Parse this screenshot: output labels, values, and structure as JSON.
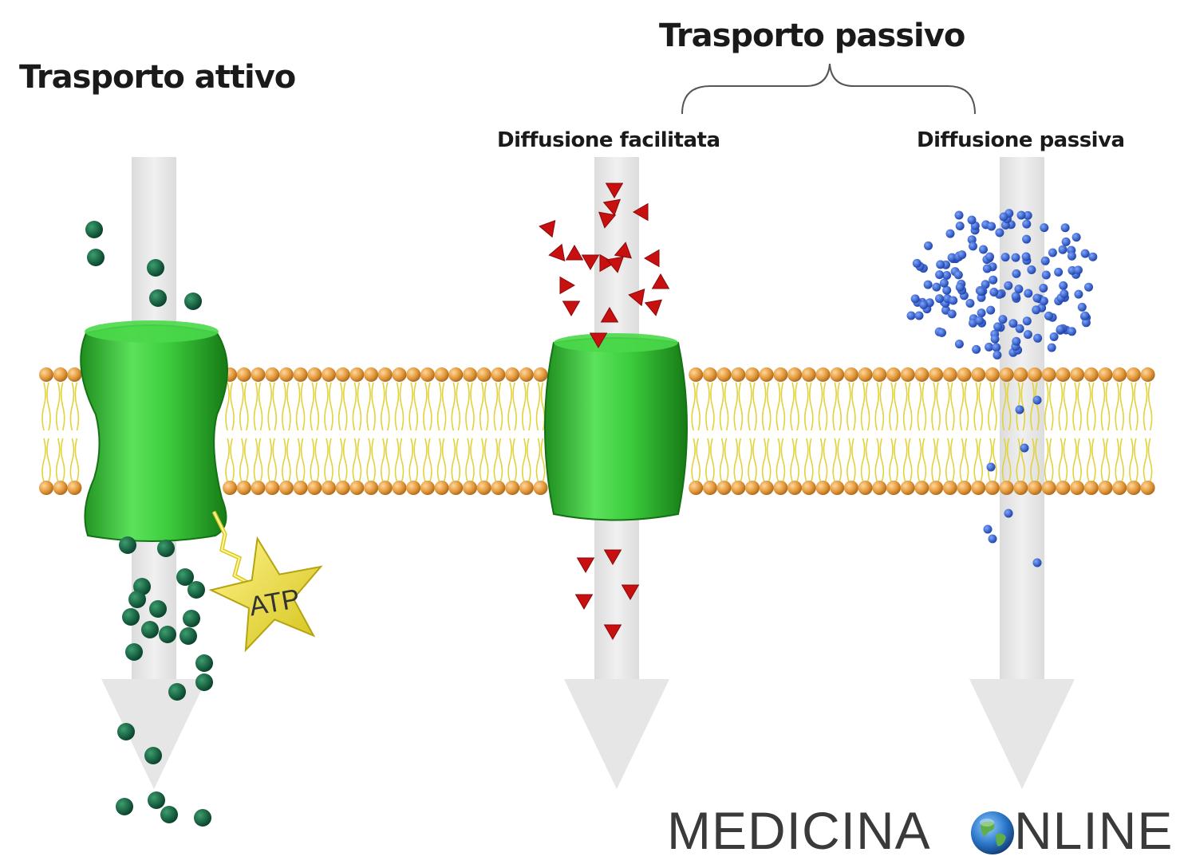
{
  "titles": {
    "active_transport": "Trasporto attivo",
    "passive_transport": "Trasporto passivo"
  },
  "subtitles": {
    "facilitated_diffusion": "Diffusione facilitata",
    "passive_diffusion": "Diffusione passiva"
  },
  "atp_label": "ATP",
  "watermark": {
    "part1": "MEDICINA",
    "part2": "NLINE"
  },
  "colors": {
    "protein_green": "#2fc42f",
    "membrane_head": "#e09a3c",
    "lipid_tail": "#e8d84a",
    "active_molecule": "#0f5a36",
    "facilitated_molecule": "#cc1111",
    "passive_molecule": "#2a55c8",
    "atp_star": "#f0e03a",
    "arrow_grey": "#e6e6e6"
  },
  "icons": {
    "globe": "globe-icon"
  }
}
